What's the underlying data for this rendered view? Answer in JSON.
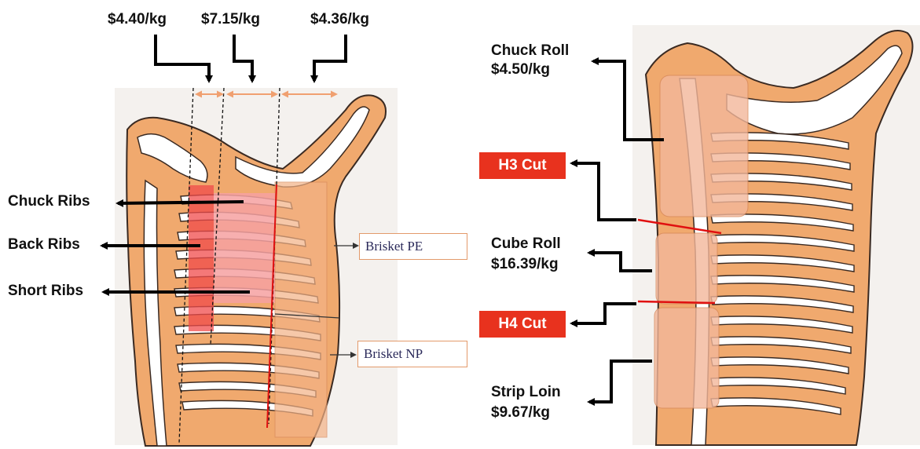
{
  "prices_top": {
    "left": "$4.40/kg",
    "mid": "$7.15/kg",
    "right": "$4.36/kg"
  },
  "left_labels": {
    "chuck_ribs": "Chuck Ribs",
    "back_ribs": "Back Ribs",
    "short_ribs": "Short Ribs",
    "brisket_pe": "Brisket PE",
    "brisket_np": "Brisket NP"
  },
  "right_labels": {
    "chuck_roll_name": "Chuck Roll",
    "chuck_roll_price": "$4.50/kg",
    "h3_cut": "H3 Cut",
    "cube_roll_name": "Cube Roll",
    "cube_roll_price": "$16.39/kg",
    "h4_cut": "H4 Cut",
    "strip_loin_name": "Strip Loin",
    "strip_loin_price": "$9.67/kg"
  },
  "colors": {
    "carcass": "#f0a96e",
    "bone": "#ffffff",
    "bone_outline": "#3a2a22",
    "highlight_red": "#f04b4b",
    "highlight_pink": "#f6a1a1",
    "cut_line": "#e01010",
    "tag_red": "#e8321e",
    "span_arrow": "#f0a070"
  }
}
